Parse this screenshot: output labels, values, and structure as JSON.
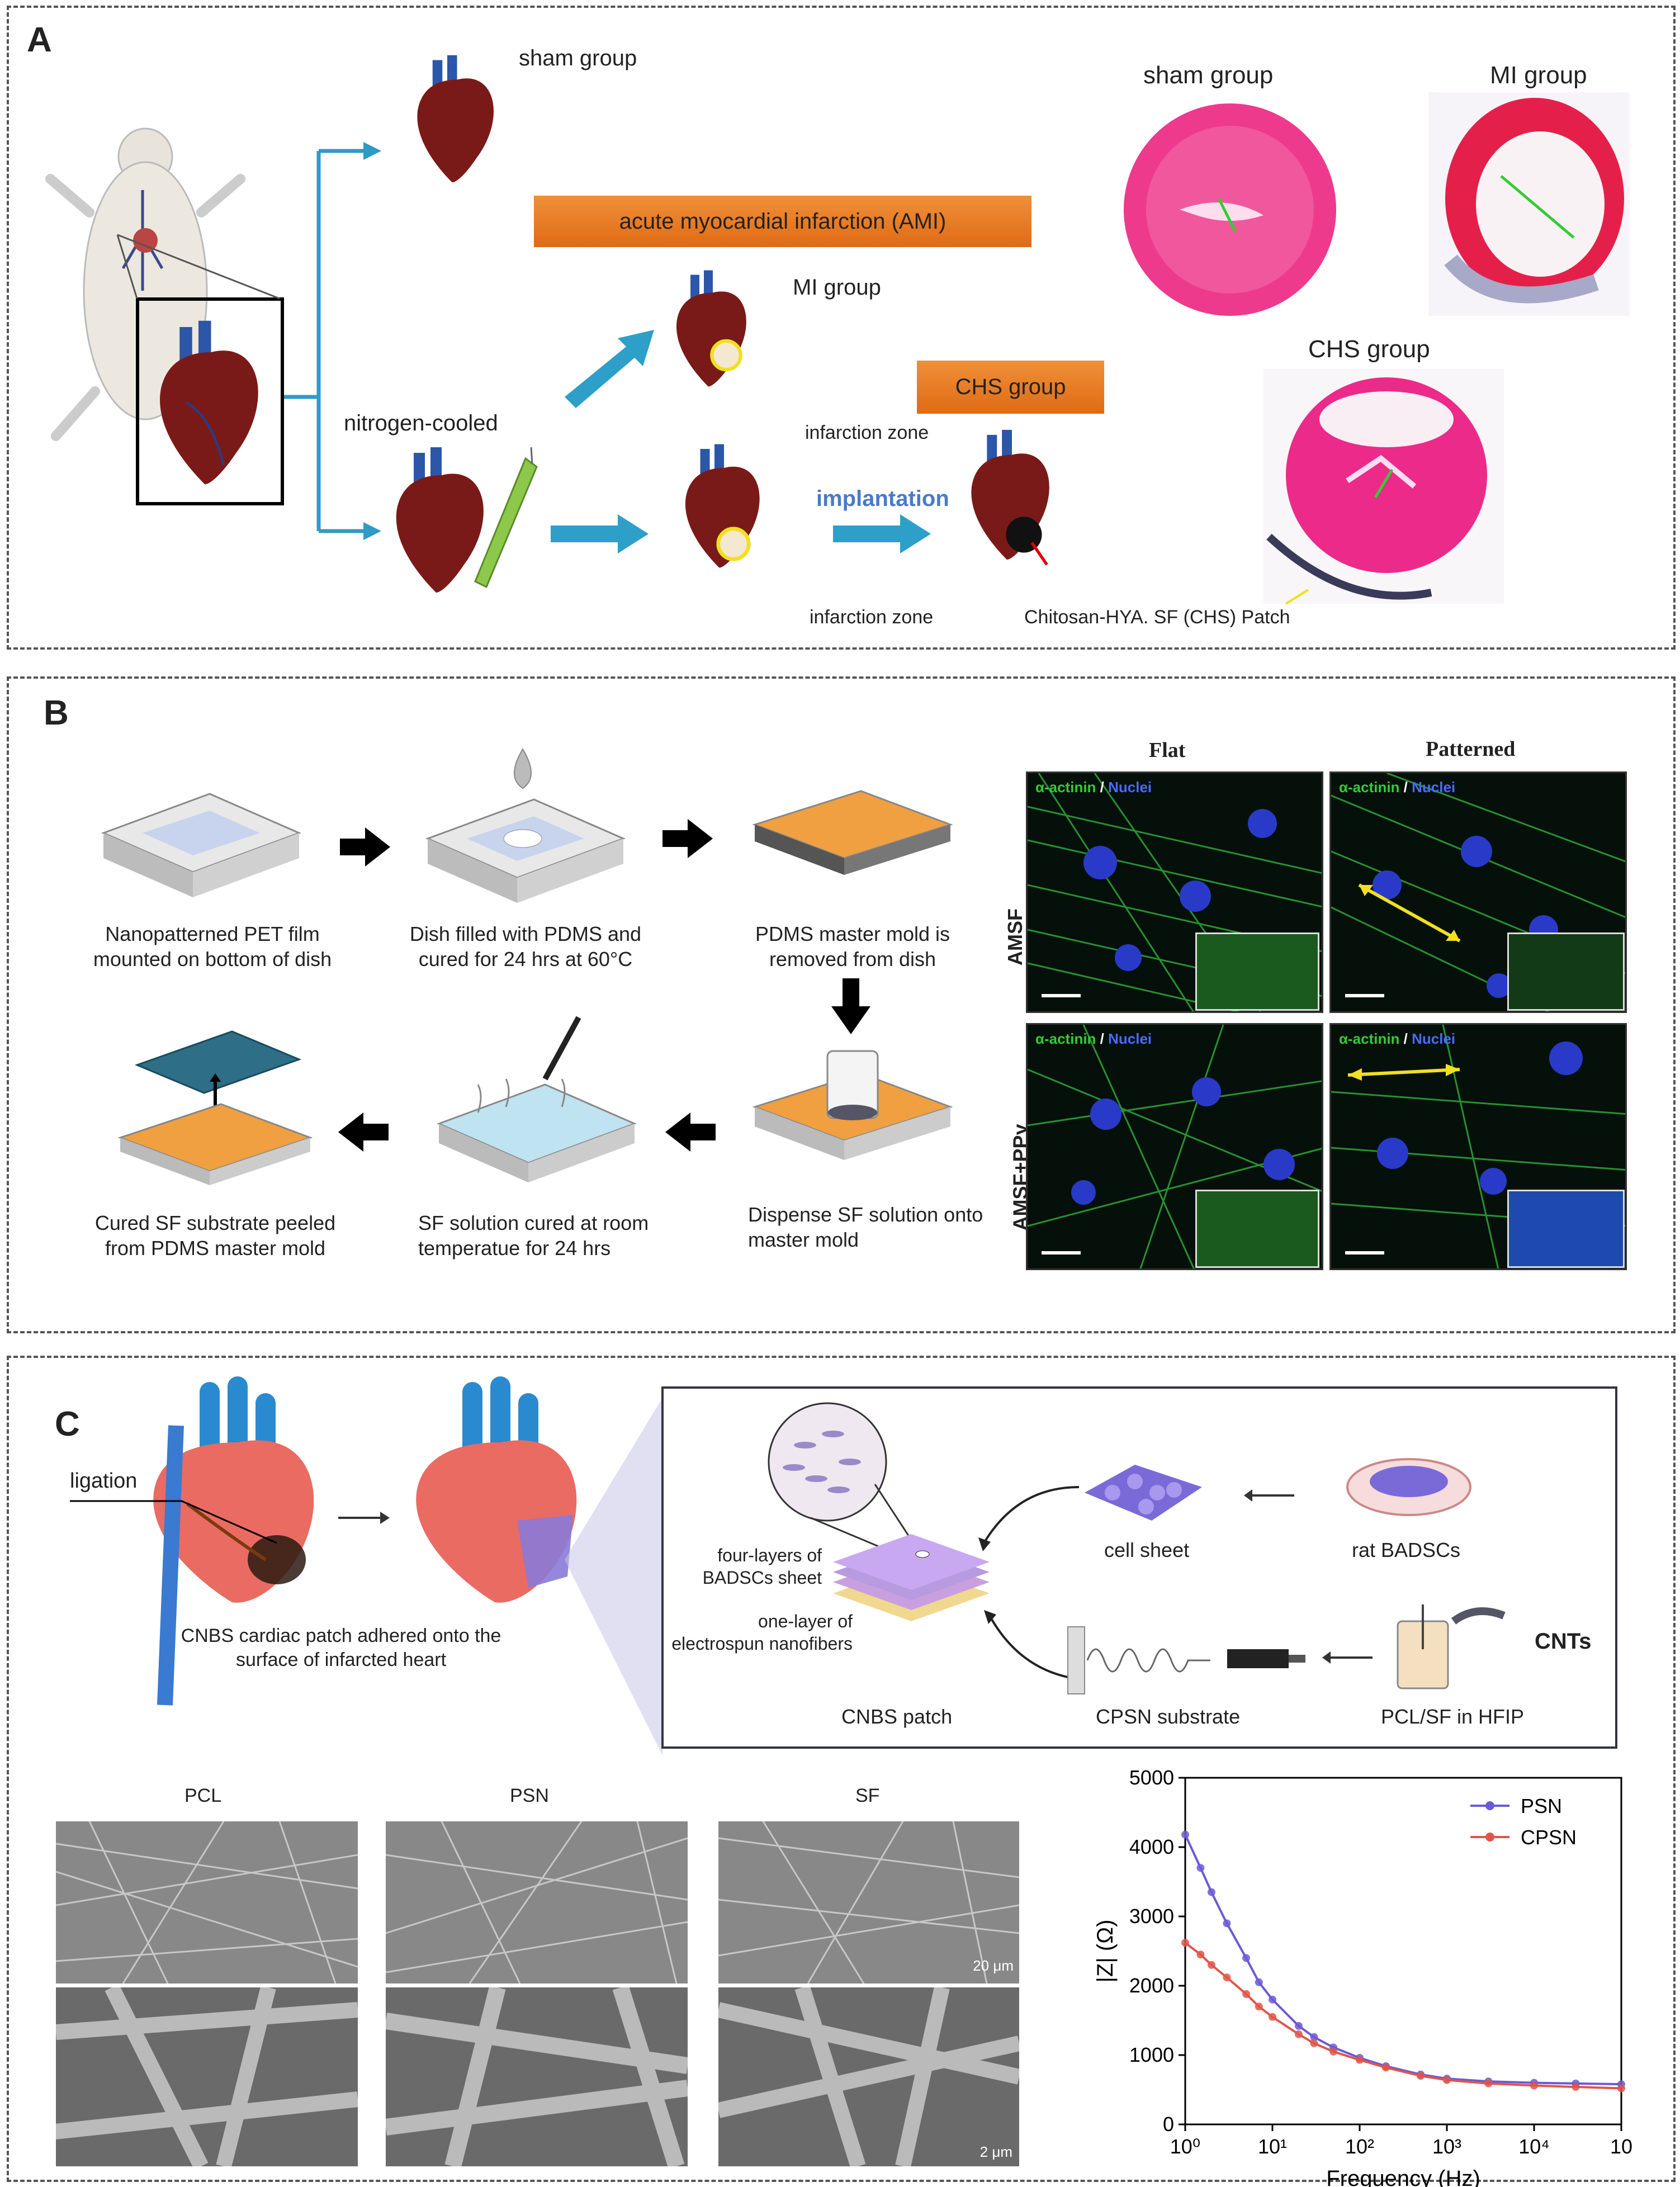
{
  "panelA": {
    "label": "A",
    "sham_group": "sham group",
    "ami": "acute myocardial infarction (AMI)",
    "mi_group": "MI group",
    "nitrogen_cooled": "nitrogen-cooled",
    "chs_group": "CHS group",
    "infarction_zone_1": "infarction zone",
    "infarction_zone_2": "infarction zone",
    "implantation": "implantation",
    "patch": "Chitosan-HYA. SF (CHS) Patch",
    "histo_sham": "sham group",
    "histo_mi": "MI group",
    "histo_chs": "CHS group"
  },
  "panelB": {
    "label": "B",
    "step1": "Nanopatterned PET film mounted on bottom of dish",
    "step2": "Dish filled with PDMS and cured for 24 hrs at 60°C",
    "step3": "PDMS master mold is removed from dish",
    "step4": "Dispense SF solution onto master mold",
    "step5": "SF solution cured at room temperatue for 24 hrs",
    "step6": "Cured SF substrate peeled from PDMS master mold",
    "col_flat": "Flat",
    "col_patterned": "Patterned",
    "row_amsf": "AMSF",
    "row_amsf_ppy": "AMSF+PPy",
    "stain_actinin": "α-actinin",
    "stain_sep": " / ",
    "stain_nuclei": "Nuclei"
  },
  "panelC": {
    "label": "C",
    "ligation": "ligation",
    "cnbs_caption": "CNBS cardiac patch adhered onto the surface of infarcted heart",
    "four_layers": "four-layers of BADSCs sheet",
    "one_layer": "one-layer of electrospun nanofibers",
    "cell_sheet": "cell sheet",
    "rat_badscs": "rat BADSCs",
    "cnts": "CNTs",
    "cnbs_patch": "CNBS patch",
    "cpsn_substrate": "CPSN substrate",
    "pcl_sf": "PCL/SF in HFIP",
    "sem_pcl": "PCL",
    "sem_psn": "PSN",
    "sem_sf": "SF",
    "scale_20": "20 μm",
    "scale_2": "2 μm"
  },
  "chart_data": {
    "type": "line",
    "xlabel": "Frequency (Hz)",
    "ylabel": "|Z| (Ω)",
    "x_scale": "log",
    "xlim": [
      1,
      100000
    ],
    "ylim": [
      0,
      5000
    ],
    "y_ticks": [
      "0",
      "1000",
      "2000",
      "3000",
      "4000",
      "5000"
    ],
    "x_ticks": [
      "10⁰",
      "10¹",
      "10²",
      "10³",
      "10⁴",
      "10"
    ],
    "legend_position": "top-right",
    "x": [
      1,
      1.5,
      2,
      3,
      5,
      7,
      10,
      20,
      30,
      50,
      100,
      200,
      500,
      1000,
      3000,
      10000,
      30000,
      100000
    ],
    "series": [
      {
        "name": "PSN",
        "color": "#6a5ad6",
        "values": [
          4180,
          3700,
          3350,
          2900,
          2400,
          2050,
          1800,
          1420,
          1260,
          1110,
          960,
          840,
          720,
          660,
          620,
          600,
          590,
          580
        ]
      },
      {
        "name": "CPSN",
        "color": "#e0554a",
        "values": [
          2620,
          2450,
          2300,
          2120,
          1880,
          1700,
          1550,
          1300,
          1170,
          1050,
          930,
          820,
          700,
          640,
          590,
          560,
          540,
          520
        ]
      }
    ]
  }
}
